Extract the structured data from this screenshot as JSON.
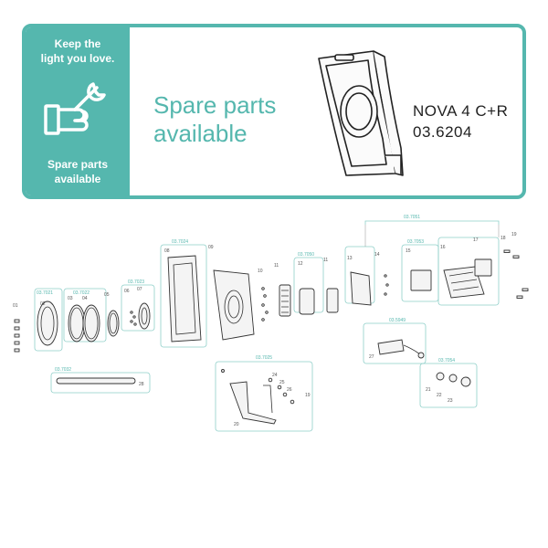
{
  "banner": {
    "tagline_line1": "Keep the",
    "tagline_line2": "light you love.",
    "icon": "wrench-hand-icon",
    "label_line1": "Spare parts",
    "label_line2": "available",
    "headline_line1": "Spare parts",
    "headline_line2": "available",
    "product_name": "NOVA 4 C+R",
    "product_code": "03.6204",
    "accent_color": "#55b7ae"
  },
  "diagram": {
    "groups": [
      {
        "code": "03.7021"
      },
      {
        "code": "03.7022"
      },
      {
        "code": "03.7023"
      },
      {
        "code": "03.7024"
      },
      {
        "code": "03.7050"
      },
      {
        "code": "03.7051"
      },
      {
        "code": "03.7053"
      },
      {
        "code": "03.5949"
      },
      {
        "code": "03.7054"
      },
      {
        "code": "03.7025"
      },
      {
        "code": "03.7032"
      }
    ],
    "part_numbers": [
      "01",
      "02",
      "03",
      "04",
      "05",
      "06",
      "07",
      "08",
      "09",
      "10",
      "11",
      "12",
      "11",
      "13",
      "14",
      "15",
      "16",
      "17",
      "18",
      "19",
      "20",
      "21",
      "22",
      "23",
      "24",
      "25",
      "26",
      "27",
      "28",
      "19"
    ]
  }
}
